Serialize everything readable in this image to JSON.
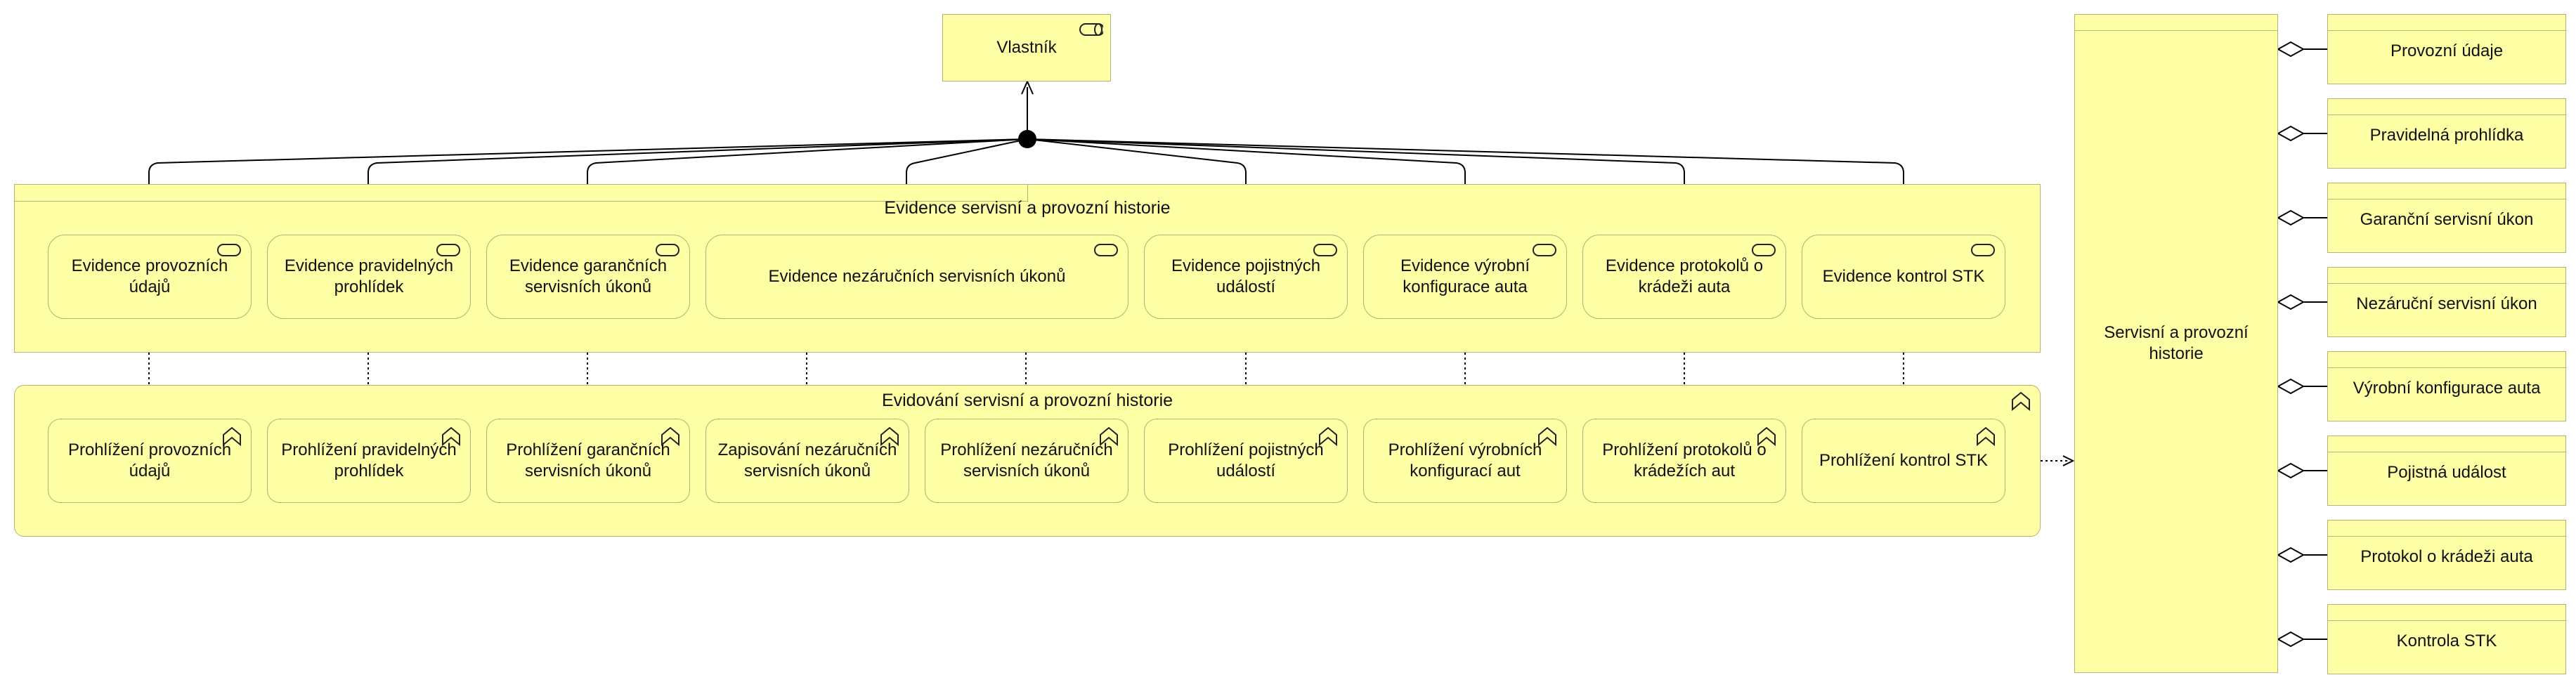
{
  "role": {
    "name": "Vlastník"
  },
  "services_group": {
    "title": "Evidence servisní a provozní historie"
  },
  "services": [
    {
      "label": "Evidence provozních údajů"
    },
    {
      "label": "Evidence pravidelných prohlídek"
    },
    {
      "label": "Evidence garančních servisních úkonů"
    },
    {
      "label": "Evidence nezáručních servisních úkonů"
    },
    {
      "label": "Evidence pojistných událostí"
    },
    {
      "label": "Evidence výrobní konfigurace auta"
    },
    {
      "label": "Evidence protokolů o krádeži auta"
    },
    {
      "label": "Evidence kontrol STK"
    }
  ],
  "functions_group": {
    "title": "Evidování servisní a provozní historie"
  },
  "functions": [
    {
      "label": "Prohlížení provozních údajů"
    },
    {
      "label": "Prohlížení pravidelných prohlídek"
    },
    {
      "label": "Prohlížení garančních servisních úkonů"
    },
    {
      "label": "Zapisování nezáručních servisních úkonů"
    },
    {
      "label": "Prohlížení nezáručních servisních úkonů"
    },
    {
      "label": "Prohlížení pojistných událostí"
    },
    {
      "label": "Prohlížení výrobních konfigurací aut"
    },
    {
      "label": "Prohlížení protokolů o krádežích aut"
    },
    {
      "label": "Prohlížení kontrol STK"
    }
  ],
  "aggregate": {
    "name": "Servisní a provozní historie"
  },
  "objects": [
    {
      "label": "Provozní údaje"
    },
    {
      "label": "Pravidelná prohlídka"
    },
    {
      "label": "Garanční servisní úkon"
    },
    {
      "label": "Nezáruční servisní úkon"
    },
    {
      "label": "Výrobní konfigurace auta"
    },
    {
      "label": "Pojistná událost"
    },
    {
      "label": "Protokol o krádeži auta"
    },
    {
      "label": "Kontrola STK"
    }
  ],
  "colors": {
    "fill": "#ffffa5",
    "border": "#b2b27a",
    "line": "#000000"
  }
}
